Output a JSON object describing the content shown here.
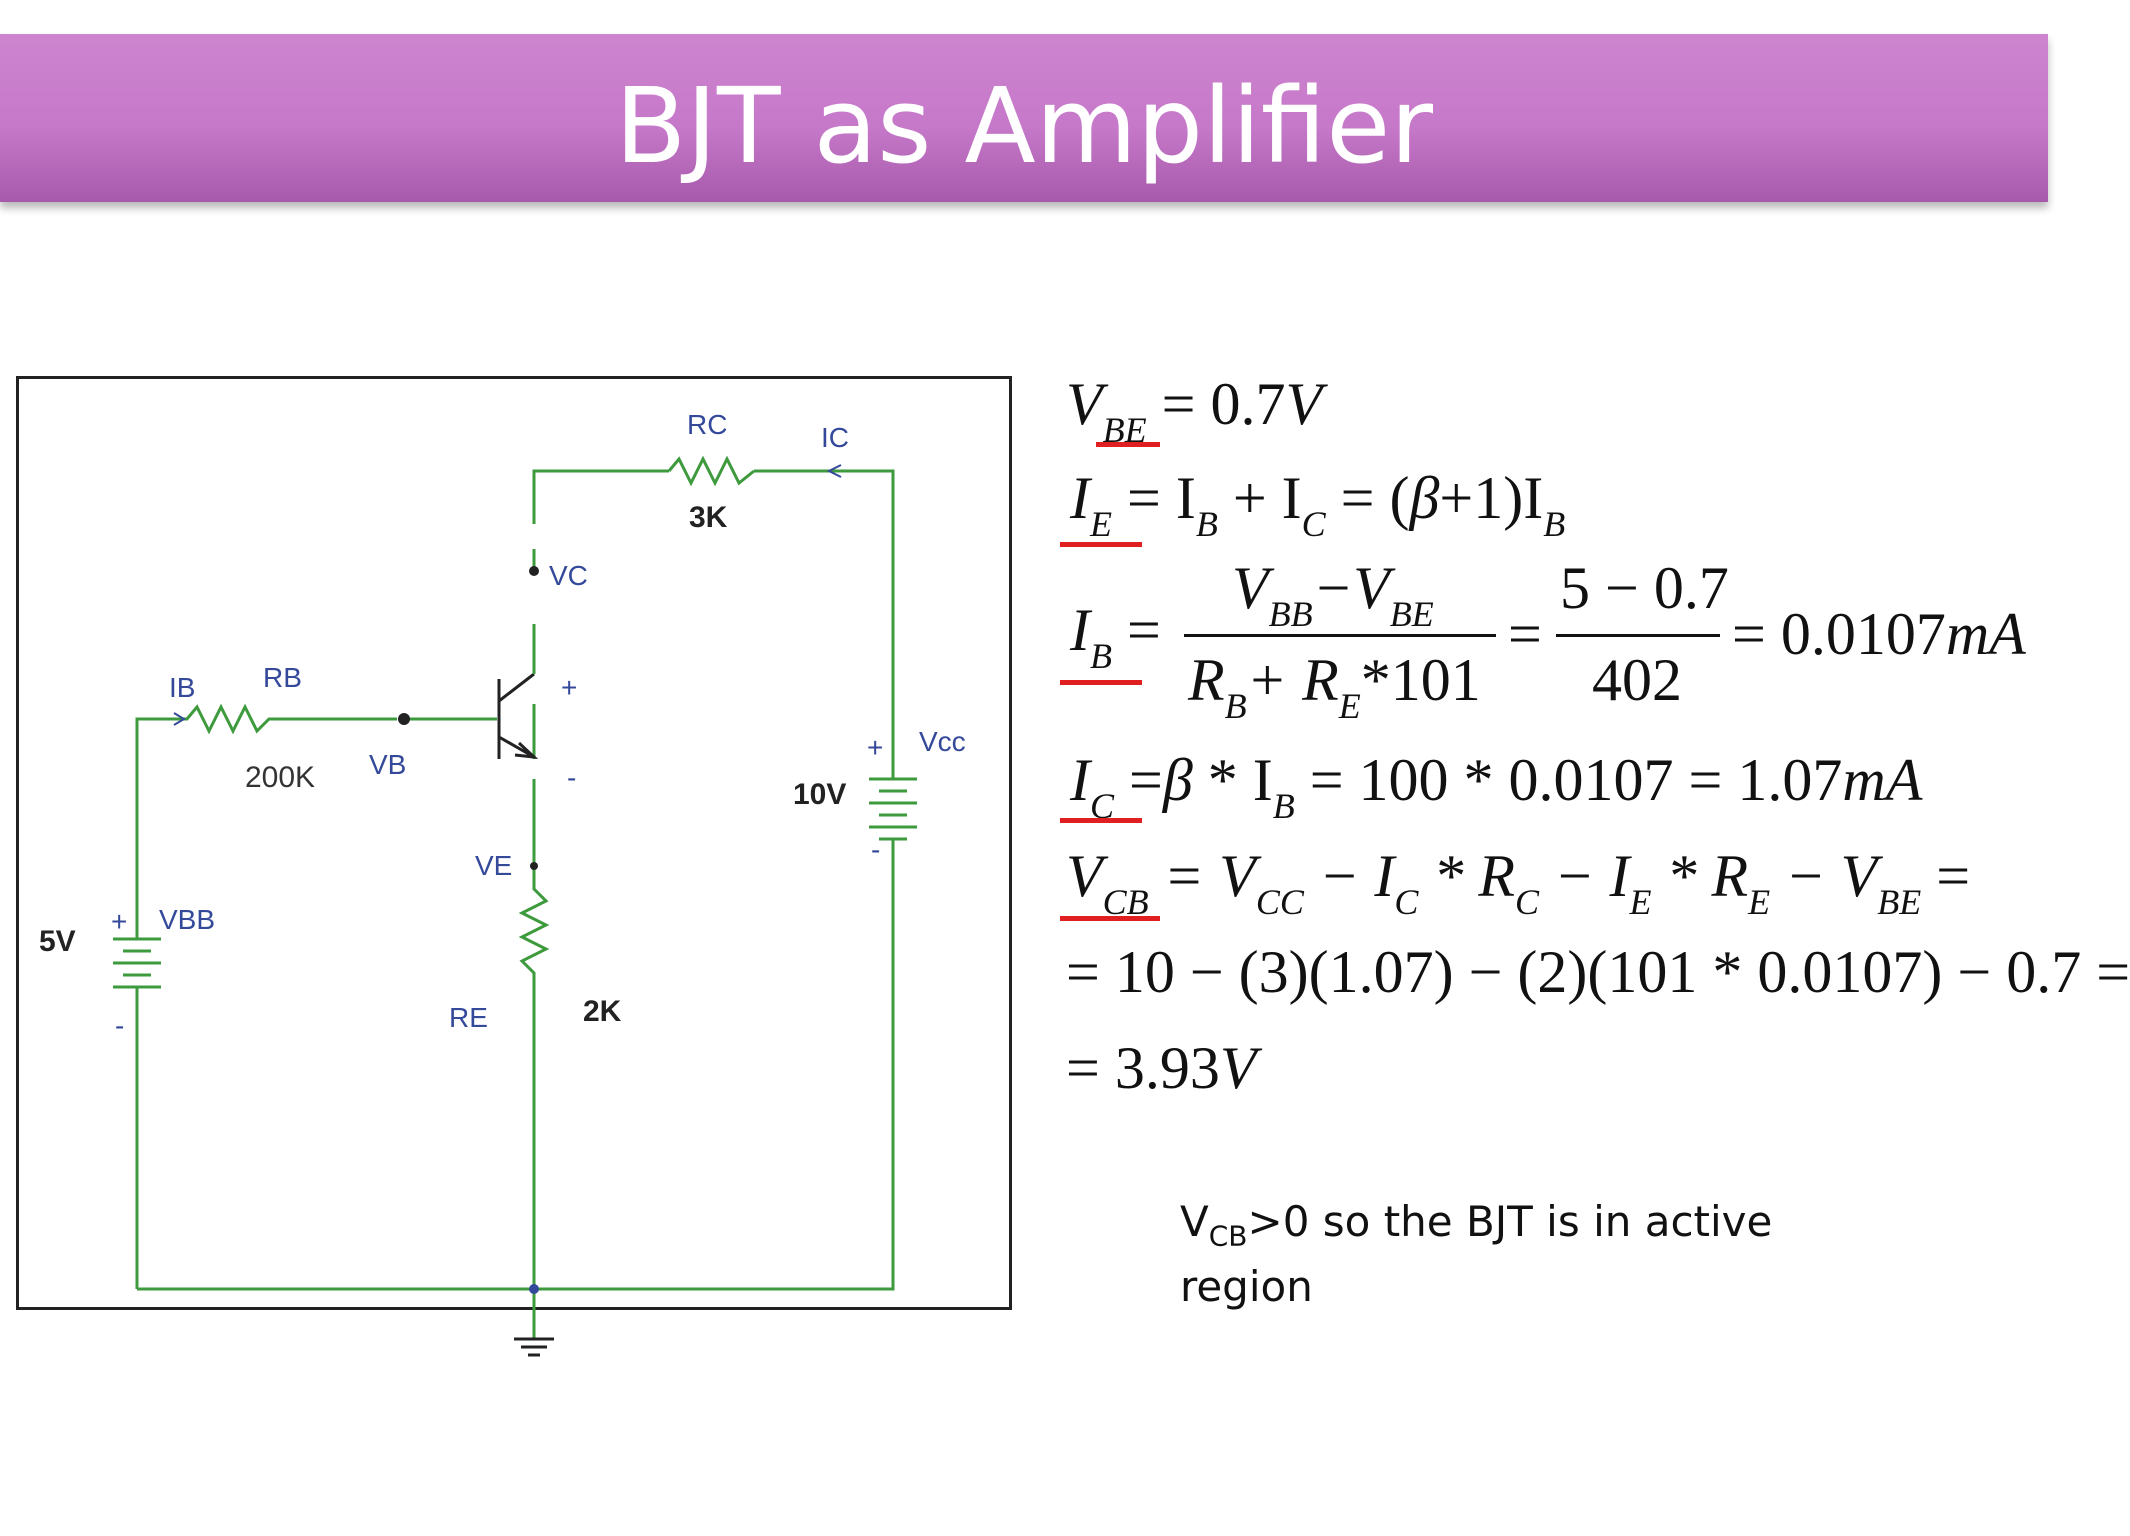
{
  "title": "BJT as Amplifier",
  "circuit": {
    "labels": {
      "rc": "RC",
      "ic": "IC",
      "rc_val": "3K",
      "vc": "VC",
      "ib": "IB",
      "rb": "RB",
      "rb_val": "200K",
      "vb": "VB",
      "plus_c": "+",
      "minus_e": "-",
      "vcc": "Vcc",
      "vcc_val": "10V",
      "vcc_plus": "+",
      "vcc_minus": "-",
      "ve": "VE",
      "vbb": "VBB",
      "vbb_val": "5V",
      "vbb_plus": "+",
      "vbb_minus": "-",
      "re": "RE",
      "re_val": "2K"
    }
  },
  "equations": {
    "vbe": {
      "lhs": "V",
      "lhs_sub": "BE",
      "rhs": "= 0.7",
      "unit": "V"
    },
    "ie": {
      "lhs": "I",
      "lhs_sub": "E",
      "t1": "= I",
      "t1_sub": "B",
      "t2": "+ I",
      "t2_sub": "C",
      "t3": "= (",
      "beta": "β",
      "t4": "+1)I",
      "t4_sub": "B"
    },
    "ib": {
      "lhs": "I",
      "lhs_sub": "B",
      "eq1": "=",
      "num1_a": "V",
      "num1_a_sub": "BB",
      "num1_op": "−V",
      "num1_b_sub": "BE",
      "den1_a": "R",
      "den1_a_sub": "B",
      "den1_op": "+ R",
      "den1_b_sub": "E",
      "den1_c": "*101",
      "eq2": "=",
      "num2": "5 − 0.7",
      "den2": "402",
      "result": "= 0.0107",
      "result_unit": "mA"
    },
    "ic": {
      "lhs": "I",
      "lhs_sub": "C",
      "t1": "=",
      "beta": "β",
      "t2": "* I",
      "t2_sub": "B",
      "t3": "= 100 * 0.0107 = 1.07",
      "unit": "mA"
    },
    "vcb": {
      "lhs": "V",
      "lhs_sub": "CB",
      "t1": "= V",
      "t1_sub": "CC",
      "t2": "− I",
      "t2_sub": "C",
      "t3": "* R",
      "t3_sub": "C",
      "t4": "− I",
      "t4_sub": "E",
      "t5": "* R",
      "t5_sub": "E",
      "t6": "− V",
      "t6_sub": "BE",
      "t7": "="
    },
    "line2": "= 10 − (3)(1.07) − (2)(101 * 0.0107) − 0.7 =",
    "line3_a": "= 3.93",
    "line3_unit": "V"
  },
  "note": {
    "v": "V",
    "v_sub": "CB",
    "text1": ">0 so the BJT is in active",
    "text2": "region"
  },
  "colors": {
    "title_bar": "#c678c9",
    "wire": "#3d9a3d",
    "label": "#34499a",
    "underline": "#e02020"
  }
}
